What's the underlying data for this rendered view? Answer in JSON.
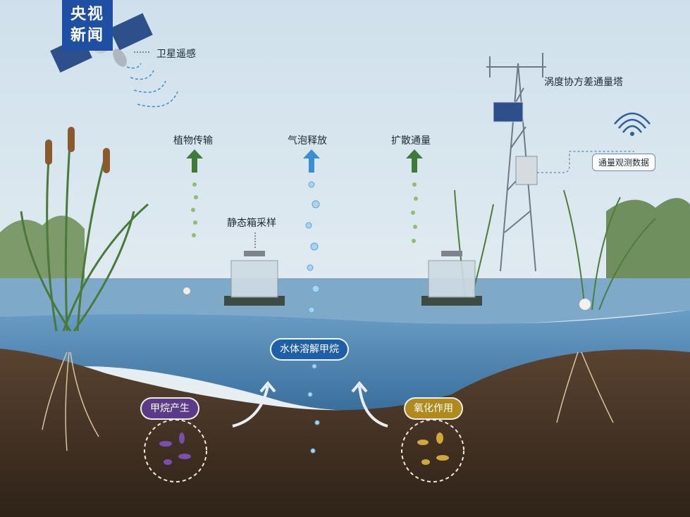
{
  "logo": {
    "line1": "央视",
    "line2": "新闻"
  },
  "labels": {
    "satellite": "卫星遥感",
    "tower": "涡度协方差通量塔",
    "plant_transport": "植物传输",
    "bubble_release": "气泡释放",
    "diffusion_flux": "扩散通量",
    "static_chamber": "静态箱采样",
    "dissolved_methane": "水体溶解甲烷",
    "methane_production": "甲烷产生",
    "oxidation": "氧化作用",
    "flux_data": "通量观测数据"
  },
  "colors": {
    "sky": "#dde9f1",
    "water": "#4f86b4",
    "soil": "#3f2f22",
    "arrow_green": "#3e7a3a",
    "arrow_blue": "#3a8fd0",
    "pill_blue": "#1f5fa8",
    "pill_purple": "#5b3a86",
    "pill_gold": "#b08a1c"
  }
}
